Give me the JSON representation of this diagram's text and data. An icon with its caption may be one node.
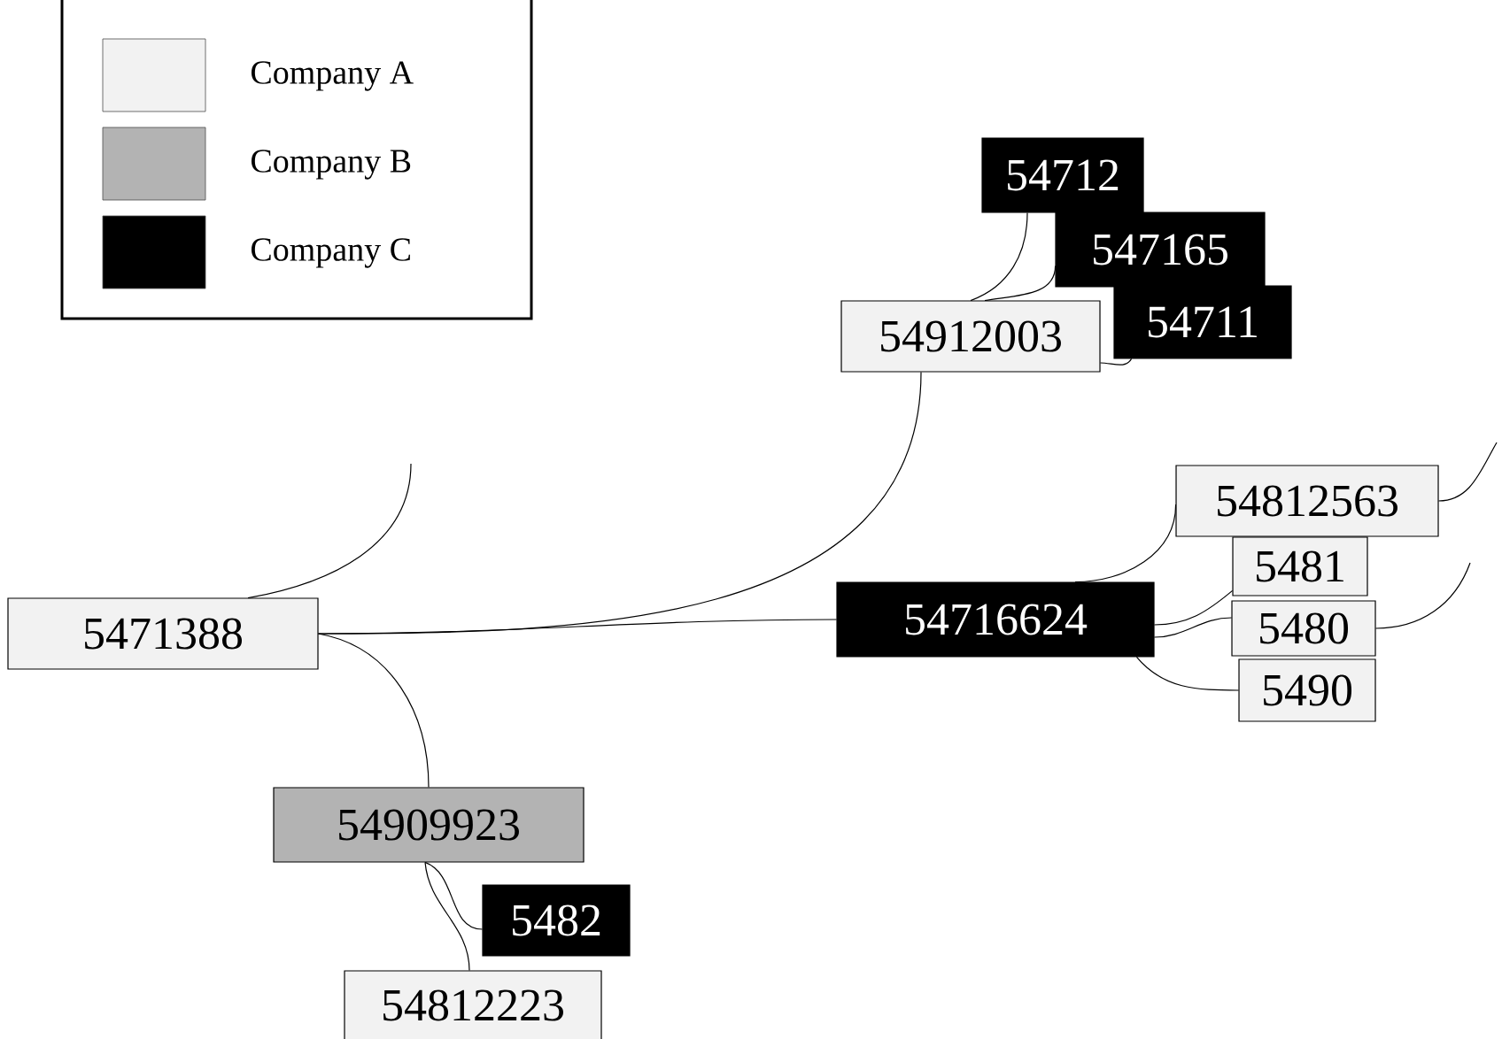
{
  "diagram": {
    "nodes": [
      {
        "text": [
          "5471388"
        ]
      },
      {
        "text": [
          "54912003"
        ]
      },
      {
        "text": [
          "54712"
        ]
      },
      {
        "text": [
          "547165"
        ]
      },
      {
        "text": [
          "54711"
        ]
      },
      {
        "text": [
          "54716624"
        ]
      },
      {
        "text": [
          "54812563"
        ]
      },
      {
        "text": [
          "5481"
        ]
      },
      {
        "text": [
          "5480"
        ]
      },
      {
        "text": [
          "5490"
        ]
      },
      {
        "text": [
          "54909923"
        ]
      },
      {
        "text": [
          "5482"
        ]
      },
      {
        "text": [
          "54812223"
        ]
      }
    ],
    "edges": [
      {
        "from": 0,
        "to": 1,
        "arrow": "none"
      },
      {
        "from": 0,
        "to": 5,
        "arrow": "none"
      },
      {
        "from": 0,
        "to": 10,
        "arrow": "none"
      },
      {
        "from": 0,
        "to": null,
        "arrow": "none"
      },
      {
        "from": 1,
        "to": 2,
        "arrow": "none"
      },
      {
        "from": 1,
        "to": 3,
        "arrow": "none"
      },
      {
        "from": 1,
        "to": 4,
        "arrow": "none"
      },
      {
        "from": 5,
        "to": 6,
        "arrow": "none"
      },
      {
        "from": 5,
        "to": 7,
        "arrow": "none"
      },
      {
        "from": 5,
        "to": 8,
        "arrow": "none"
      },
      {
        "from": 5,
        "to": 9,
        "arrow": "none"
      },
      {
        "from": 6,
        "to": null,
        "arrow": "none"
      },
      {
        "from": 8,
        "to": null,
        "arrow": "none"
      },
      {
        "from": 10,
        "to": 11,
        "arrow": "none"
      },
      {
        "from": 10,
        "to": 12,
        "arrow": "none"
      }
    ],
    "legend": [
      {
        "text": "Company A",
        "color": "#f2f2f2"
      },
      {
        "text": "Company B",
        "color": "#b3b3b3"
      },
      {
        "text": "Company C",
        "color": "#000000"
      }
    ]
  }
}
